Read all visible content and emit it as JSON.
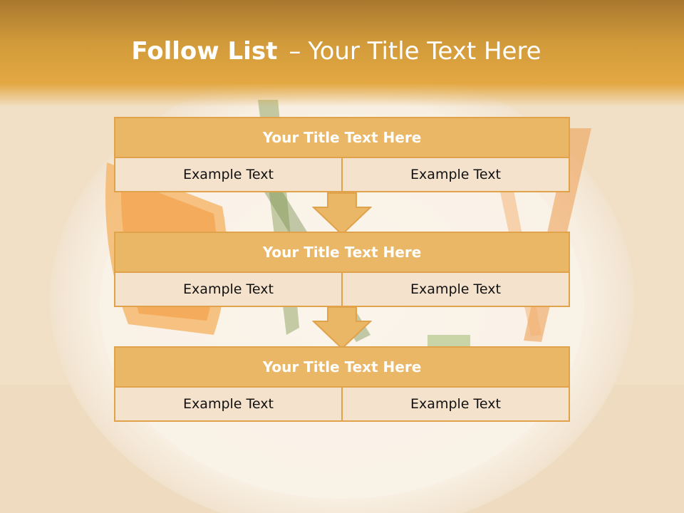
{
  "slide": {
    "title_bold": "Follow List",
    "title_separator": "–",
    "title_rest": "Your Title Text Here"
  },
  "blocks": [
    {
      "title": "Your Title Text Here",
      "left": "Example Text",
      "right": "Example Text"
    },
    {
      "title": "Your Title Text Here",
      "left": "Example Text",
      "right": "Example Text"
    },
    {
      "title": "Your Title Text Here",
      "left": "Example Text",
      "right": "Example Text"
    }
  ],
  "colors": {
    "header": "#d19a3a",
    "block_title_fill": "#e9b766",
    "block_body_fill": "#f5e2cc",
    "border": "#e0a24b",
    "arrow": "#e9b766"
  }
}
